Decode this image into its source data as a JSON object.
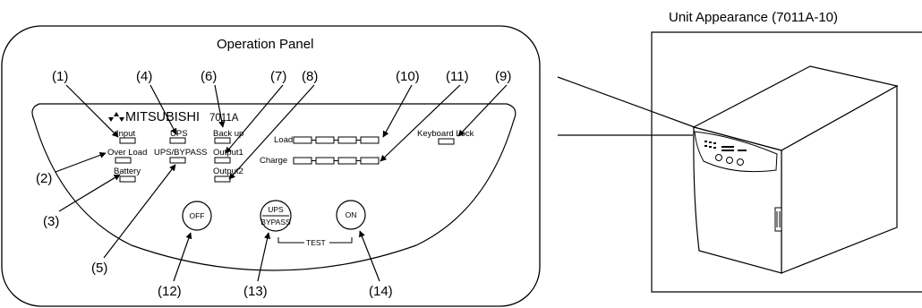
{
  "panel": {
    "title": "Operation Panel",
    "brand": "MITSUBISHI",
    "model": "7011A"
  },
  "unit": {
    "title": "Unit Appearance (7011A-10)"
  },
  "leds": {
    "input": "Input",
    "ups": "UPS",
    "backup": "Back up",
    "overload": "Over Load",
    "ups_bypass": "UPS/BYPASS",
    "output1": "Output1",
    "battery": "Battery",
    "output2": "Output2",
    "load": "Load",
    "charge": "Charge",
    "keyboard_lock": "Keyboard Lock"
  },
  "buttons": {
    "off": "OFF",
    "ups_bypass_top": "UPS",
    "ups_bypass_bottom": "BYPASS",
    "on": "ON",
    "test": "TEST"
  },
  "callouts": {
    "c1": "(1)",
    "c2": "(2)",
    "c3": "(3)",
    "c4": "(4)",
    "c5": "(5)",
    "c6": "(6)",
    "c7": "(7)",
    "c8": "(8)",
    "c9": "(9)",
    "c10": "(10)",
    "c11": "(11)",
    "c12": "(12)",
    "c13": "(13)",
    "c14": "(14)"
  }
}
